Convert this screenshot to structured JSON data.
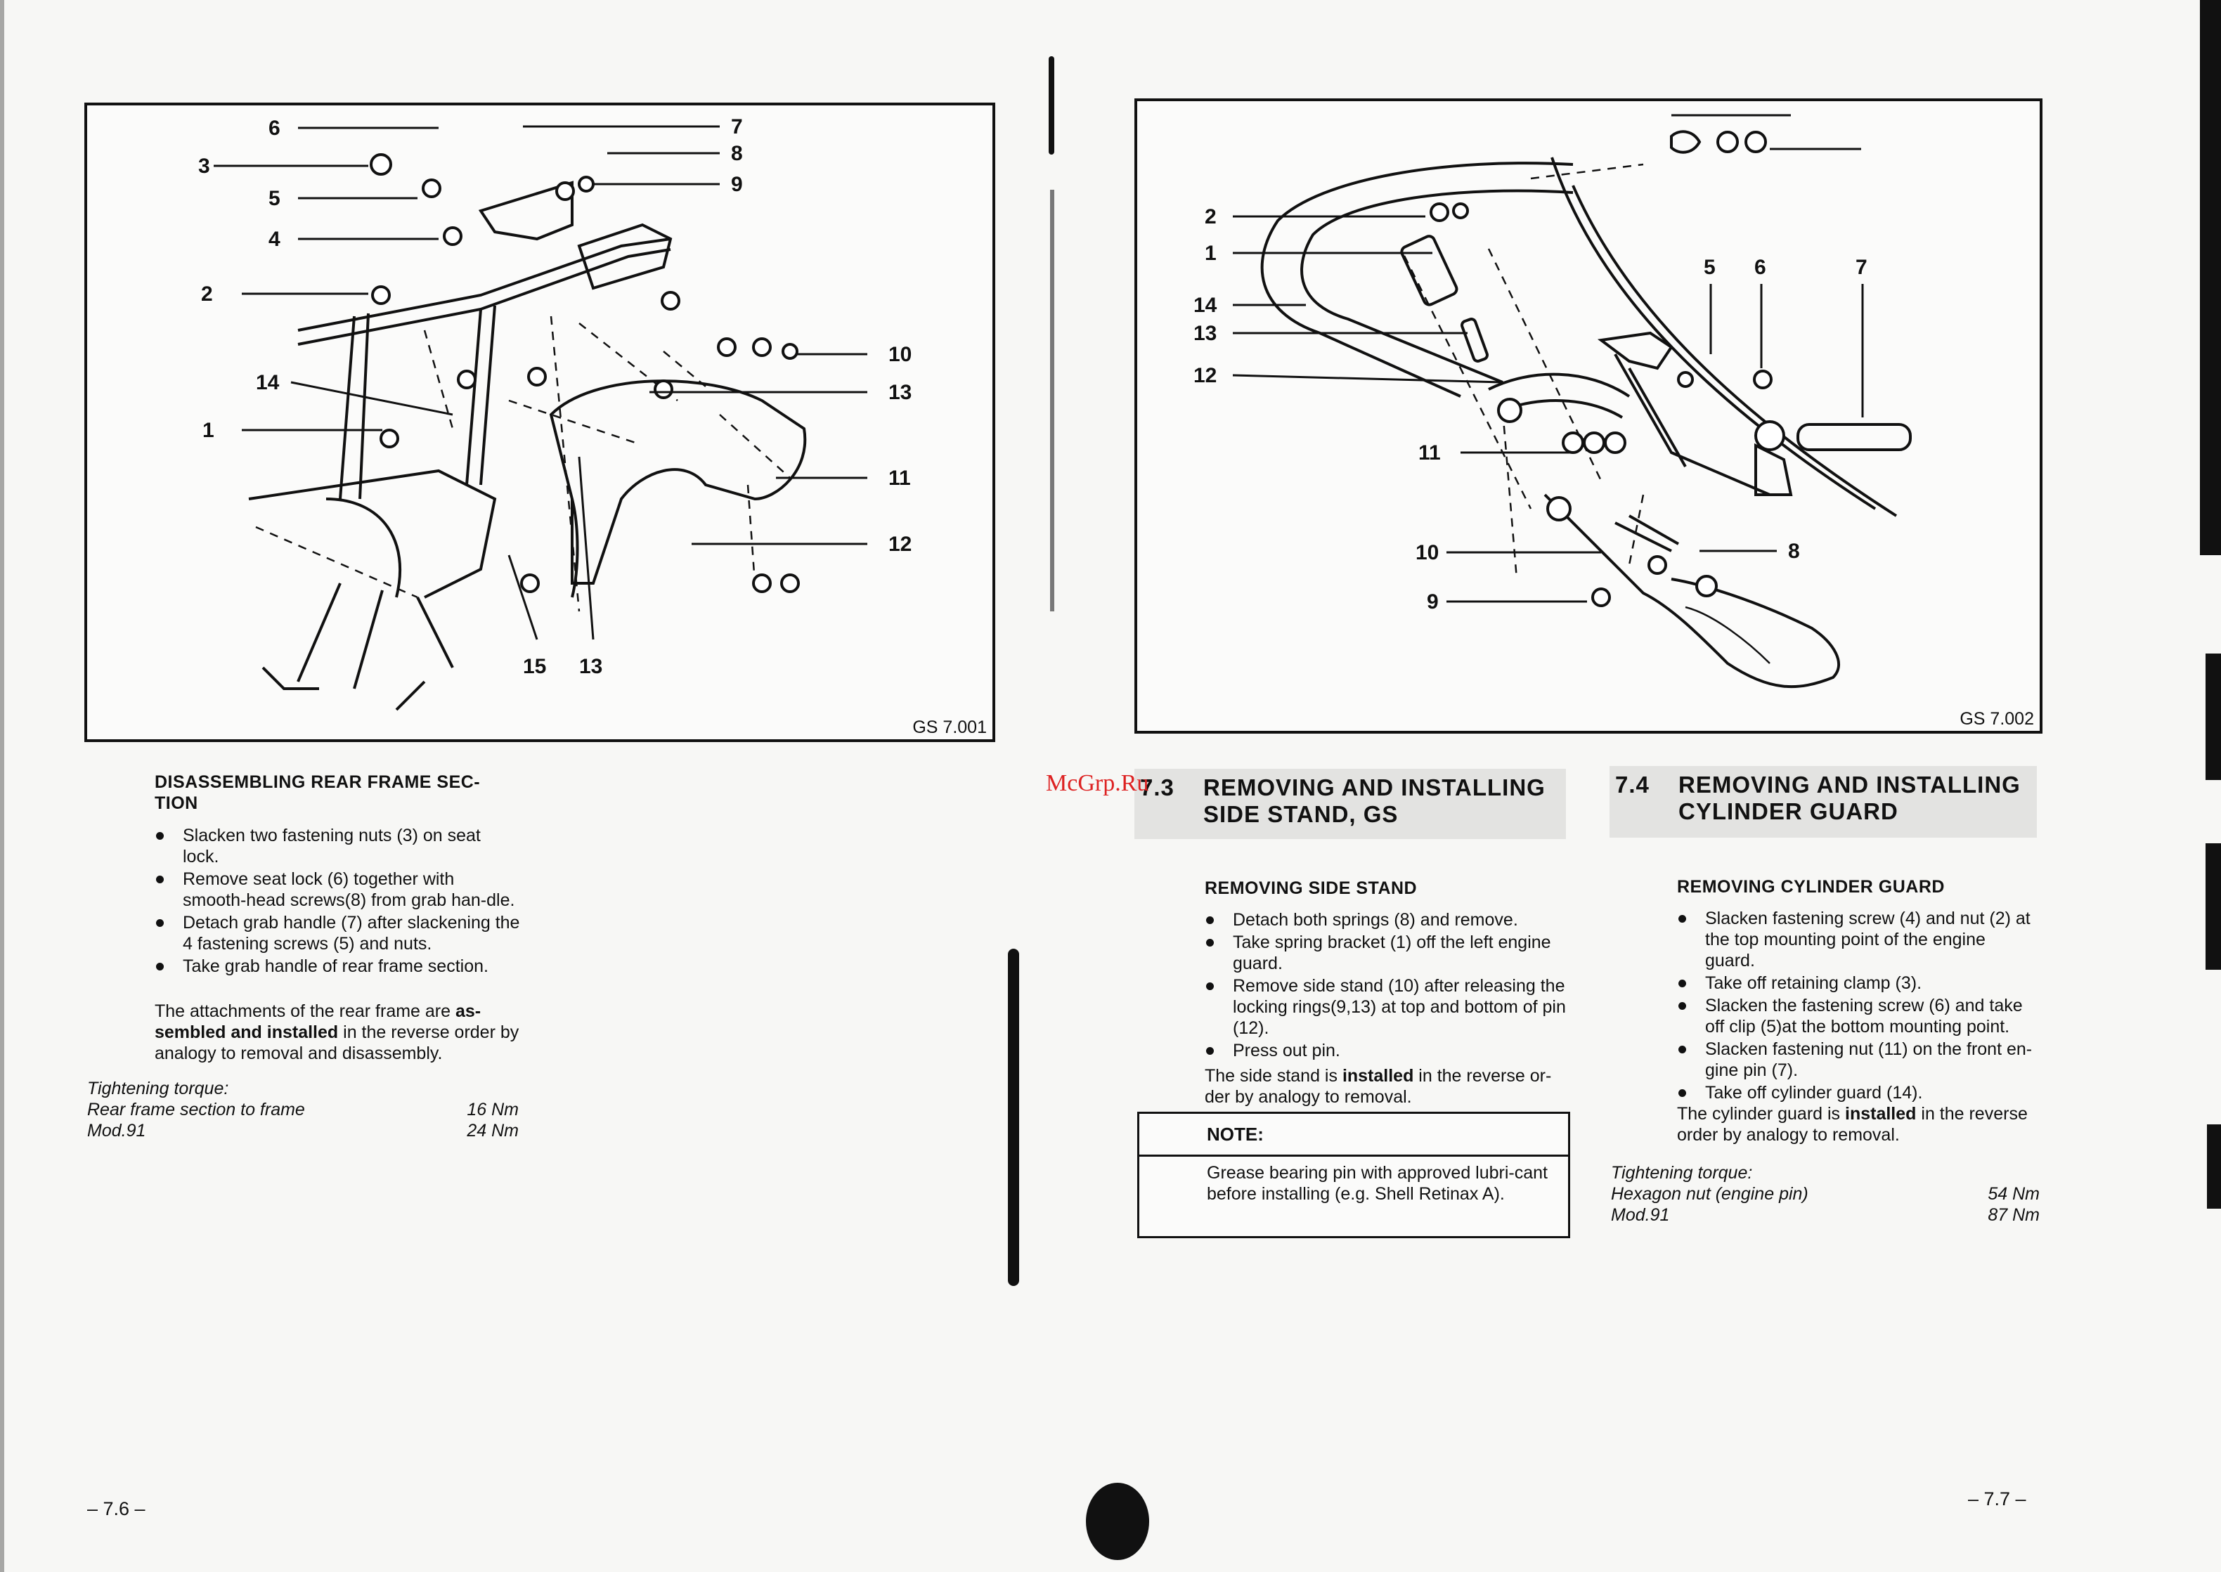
{
  "left_page": {
    "figure": {
      "id": "GS 7.001",
      "callouts": [
        "6",
        "3",
        "5",
        "4",
        "2",
        "14",
        "1",
        "7",
        "8",
        "9",
        "10",
        "13",
        "11",
        "12",
        "15",
        "13"
      ]
    },
    "heading": "DISASSEMBLING REAR FRAME SEC-TION",
    "bullets": [
      "Slacken two fastening nuts (3) on seat lock.",
      "Remove seat lock (6) together with smooth-head screws(8) from grab han-dle.",
      "Detach grab handle (7) after slackening the 4 fastening screws (5) and nuts.",
      "Take grab handle of rear frame section."
    ],
    "paragraph": {
      "p1": "The attachments of the rear frame are ",
      "bold": "as-sembled and installed",
      "p2": " in the reverse order by analogy to removal and disassembly."
    },
    "torque": {
      "label": "Tightening torque:",
      "rows": [
        {
          "name": "Rear frame section to frame",
          "value": "16 Nm"
        },
        {
          "name": "Mod.91",
          "value": "24 Nm"
        }
      ]
    },
    "page_number": "– 7.6 –"
  },
  "right_page": {
    "figure": {
      "id": "GS 7.002",
      "callouts": [
        "2",
        "1",
        "14",
        "13",
        "12",
        "11",
        "10",
        "9",
        "8",
        "5",
        "6",
        "7"
      ]
    },
    "section_73": {
      "number": "7.3",
      "title": "REMOVING AND INSTALLING SIDE STAND, GS",
      "subheading": "REMOVING SIDE STAND",
      "bullets": [
        "Detach both springs (8) and remove.",
        "Take spring bracket (1) off the left engine guard.",
        "Remove side stand (10) after releasing the locking rings(9,13) at top and bottom of pin (12).",
        "Press out pin."
      ],
      "paragraph": {
        "p1": "The side stand is ",
        "bold": "installed",
        "p2": " in the reverse or-der by analogy to removal."
      },
      "note": {
        "label": "NOTE:",
        "text": "Grease bearing pin with approved lubri-cant before installing (e.g. Shell Retinax A)."
      }
    },
    "section_74": {
      "number": "7.4",
      "title": "REMOVING AND INSTALLING CYLINDER GUARD",
      "subheading": "REMOVING CYLINDER GUARD",
      "bullets": [
        "Slacken fastening screw (4) and nut (2) at the top mounting point of the engine guard.",
        "Take off retaining clamp (3).",
        "Slacken the fastening screw (6) and take off clip (5)at the bottom mounting point.",
        "Slacken fastening nut (11) on the front en-gine pin (7).",
        "Take off cylinder guard (14)."
      ],
      "paragraph": {
        "p1": "The cylinder guard is ",
        "bold": "installed",
        "p2": " in the reverse order by analogy to removal."
      },
      "torque": {
        "label": "Tightening torque:",
        "rows": [
          {
            "name": "Hexagon nut (engine pin)",
            "value": "54 Nm"
          },
          {
            "name": "Mod.91",
            "value": "87 Nm"
          }
        ]
      }
    },
    "page_number": "– 7.7 –"
  },
  "watermark": "McGrp.Ru"
}
